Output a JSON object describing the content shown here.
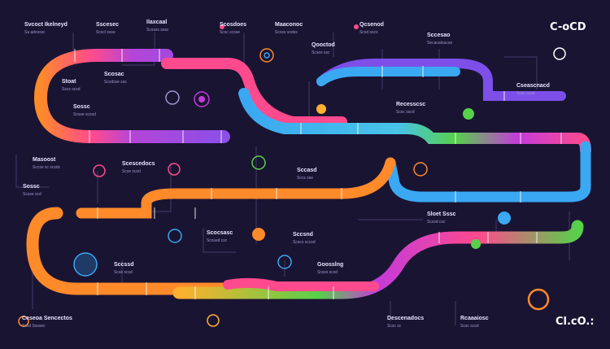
{
  "colors": {
    "background": "#1a1433",
    "orange": "#ff8a2a",
    "pink": "#ff4a8d",
    "magenta": "#c43bd9",
    "purple": "#7d4fe8",
    "blue": "#3aa8f2",
    "green": "#57d04a",
    "yellow": "#ffb02e"
  },
  "logos": {
    "top_right": "C-oCD",
    "bottom_right": "Cl.cO.:"
  },
  "labels": [
    {
      "id": "lbl-1",
      "title": "Svcoct Ikelneyd",
      "sub": "Sa adsvssc"
    },
    {
      "id": "lbl-2",
      "title": "Sscesec",
      "sub": "Scscl ssse"
    },
    {
      "id": "lbl-3",
      "title": "Ilaxcaal",
      "sub": "Scssss sosc"
    },
    {
      "id": "lbl-4",
      "title": "Scosdoes",
      "sub": "Scsc scsse"
    },
    {
      "id": "lbl-5",
      "title": "Maaconoc",
      "sub": "Scsss sodss"
    },
    {
      "id": "lbl-6",
      "title": "Qcsenod",
      "sub": "Scsd sscs"
    },
    {
      "id": "lbl-7",
      "title": "Sccesao",
      "sub": "Secacatsucse"
    },
    {
      "id": "lbl-8",
      "title": "Qooctod",
      "sub": "Scses ssc"
    },
    {
      "id": "lbl-9",
      "title": "Scosac",
      "sub": "Scsdsse sss"
    },
    {
      "id": "lbl-10",
      "title": "Stoat",
      "sub": "Sscs scsd"
    },
    {
      "id": "lbl-11",
      "title": "Sossc",
      "sub": "Scsse scssd"
    },
    {
      "id": "lbl-12",
      "title": "Cseascnacd",
      "sub": "Scsc scsd"
    },
    {
      "id": "lbl-13",
      "title": "Recesscsc",
      "sub": "Scsc sscd"
    },
    {
      "id": "lbl-14",
      "title": "Masoost",
      "sub": "Sccse sc scsdc"
    },
    {
      "id": "lbl-15",
      "title": "Scescedocs",
      "sub": "Scse scsd"
    },
    {
      "id": "lbl-16",
      "title": "Sccasd",
      "sub": "Sccs sse"
    },
    {
      "id": "lbl-17",
      "title": "Sloet Sssc",
      "sub": "Scssd csc"
    },
    {
      "id": "lbl-18",
      "title": "Ceseoa Sencectos",
      "sub": "Scsd Ssssec"
    },
    {
      "id": "lbl-19",
      "title": "Sossc",
      "sub": "Scsse scd"
    },
    {
      "id": "lbl-20",
      "title": "Scocsasc",
      "sub": "Scssed csc"
    },
    {
      "id": "lbl-21",
      "title": "Goosslng",
      "sub": "Scsss scsd"
    },
    {
      "id": "lbl-22",
      "title": "Sccssd",
      "sub": "Scse scsd"
    },
    {
      "id": "lbl-23",
      "title": "Sccsnd",
      "sub": "Scscs sccsd"
    },
    {
      "id": "lbl-24",
      "title": "Descenadocs",
      "sub": "Scsc sc"
    },
    {
      "id": "lbl-25",
      "title": "Rcaaaiosc",
      "sub": "Scsc scsd"
    }
  ]
}
